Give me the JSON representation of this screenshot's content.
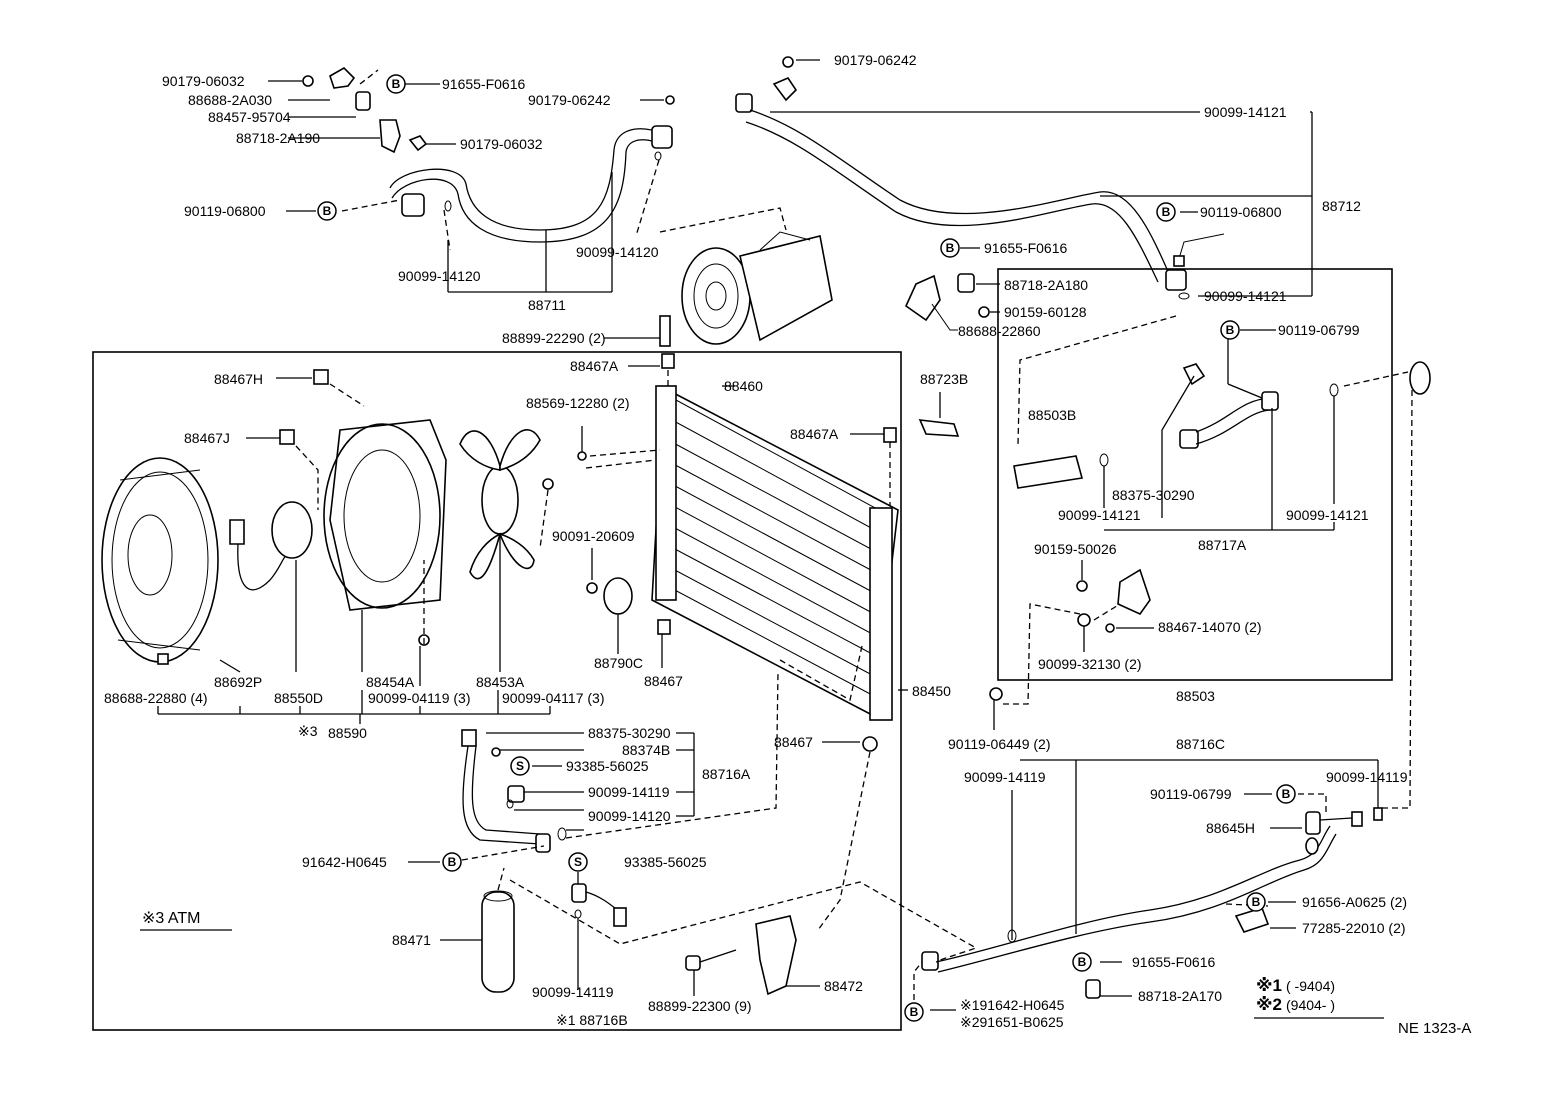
{
  "diagram_id": "NE  1323-A",
  "labels": {
    "p90179_06032_a": "90179-06032",
    "p88688_2a030": "88688-2A030",
    "p88457_95704": "88457-95704",
    "p88718_2a190": "88718-2A190",
    "p90179_06032_b": "90179-06032",
    "p91655_f0616_a": "91655-F0616",
    "p90179_06242_a": "90179-06242",
    "p90179_06242_b": "90179-06242",
    "p90119_06800_a": "90119-06800",
    "p90099_14120_a": "90099-14120",
    "p90099_14120_b": "90099-14120",
    "p88711": "88711",
    "p88899_22290": "88899-22290 (2)",
    "p90099_14121_a": "90099-14121",
    "p88712": "88712",
    "p90119_06800_b": "90119-06800",
    "p91655_f0616_b": "91655-F0616",
    "p88718_2a180": "88718-2A180",
    "p90159_60128": "90159-60128",
    "p88688_22860": "88688-22860",
    "p90099_14121_b": "90099-14121",
    "p90119_06799_a": "90119-06799",
    "p88467a_a": "88467A",
    "p88460": "88460",
    "p88569_12280": "88569-12280 (2)",
    "p88467a_b": "88467A",
    "p88723b": "88723B",
    "p88467h": "88467H",
    "p88467j": "88467J",
    "p90091_20609": "90091-20609",
    "p88790c": "88790C",
    "p88467_a": "88467",
    "p88692p": "88692P",
    "p88550d": "88550D",
    "p88454a": "88454A",
    "p88453a": "88453A",
    "p88688_22880": "88688-22880 (4)",
    "p90099_04119": "90099-04119 (3)",
    "p90099_04117": "90099-04117 (3)",
    "p88590_mark": "※3",
    "p88590": "88590",
    "p88450": "88450",
    "p88503b": "88503B",
    "p88375_30290_a": "88375-30290",
    "p90099_14121_c": "90099-14121",
    "p90099_14121_d": "90099-14121",
    "p88717a": "88717A",
    "p90159_50026": "90159-50026",
    "p88467_14070": "88467-14070 (2)",
    "p90099_32130": "90099-32130 (2)",
    "p88503": "88503",
    "p90119_06449": "90119-06449 (2)",
    "p88716c": "88716C",
    "p90099_14119_c": "90099-14119",
    "p90099_14119_d": "90099-14119",
    "p90119_06799_b": "90119-06799",
    "p88645h": "88645H",
    "p91656_a0625": "91656-A0625 (2)",
    "p77285_22010": "77285-22010 (2)",
    "p91655_f0616_c": "91655-F0616",
    "p88718_2a170": "88718-2A170",
    "p91642_h0645_b": "※191642-H0645",
    "p91651_b0625": "※291651-B0625",
    "p88375_30290_b": "88375-30290",
    "p88374b": "88374B",
    "p93385_56025_a": "93385-56025",
    "p88716a": "88716A",
    "p90099_14119_a": "90099-14119",
    "p90099_14120_c": "90099-14120",
    "p88467_b": "88467",
    "p91642_h0645_a": "91642-H0645",
    "p93385_56025_b": "93385-56025",
    "p88471": "88471",
    "p90099_14119_b": "90099-14119",
    "p88716b": "※1  88716B",
    "p88899_22300": "88899-22300 (9)",
    "p88472": "88472",
    "atm_note": "※3  ATM"
  },
  "legend": {
    "n1_mark": "※1",
    "n1_range": "(        -9404)",
    "n2_mark": "※2",
    "n2_range": "(9404-        )"
  },
  "symbols": {
    "b": "B",
    "s": "S"
  }
}
